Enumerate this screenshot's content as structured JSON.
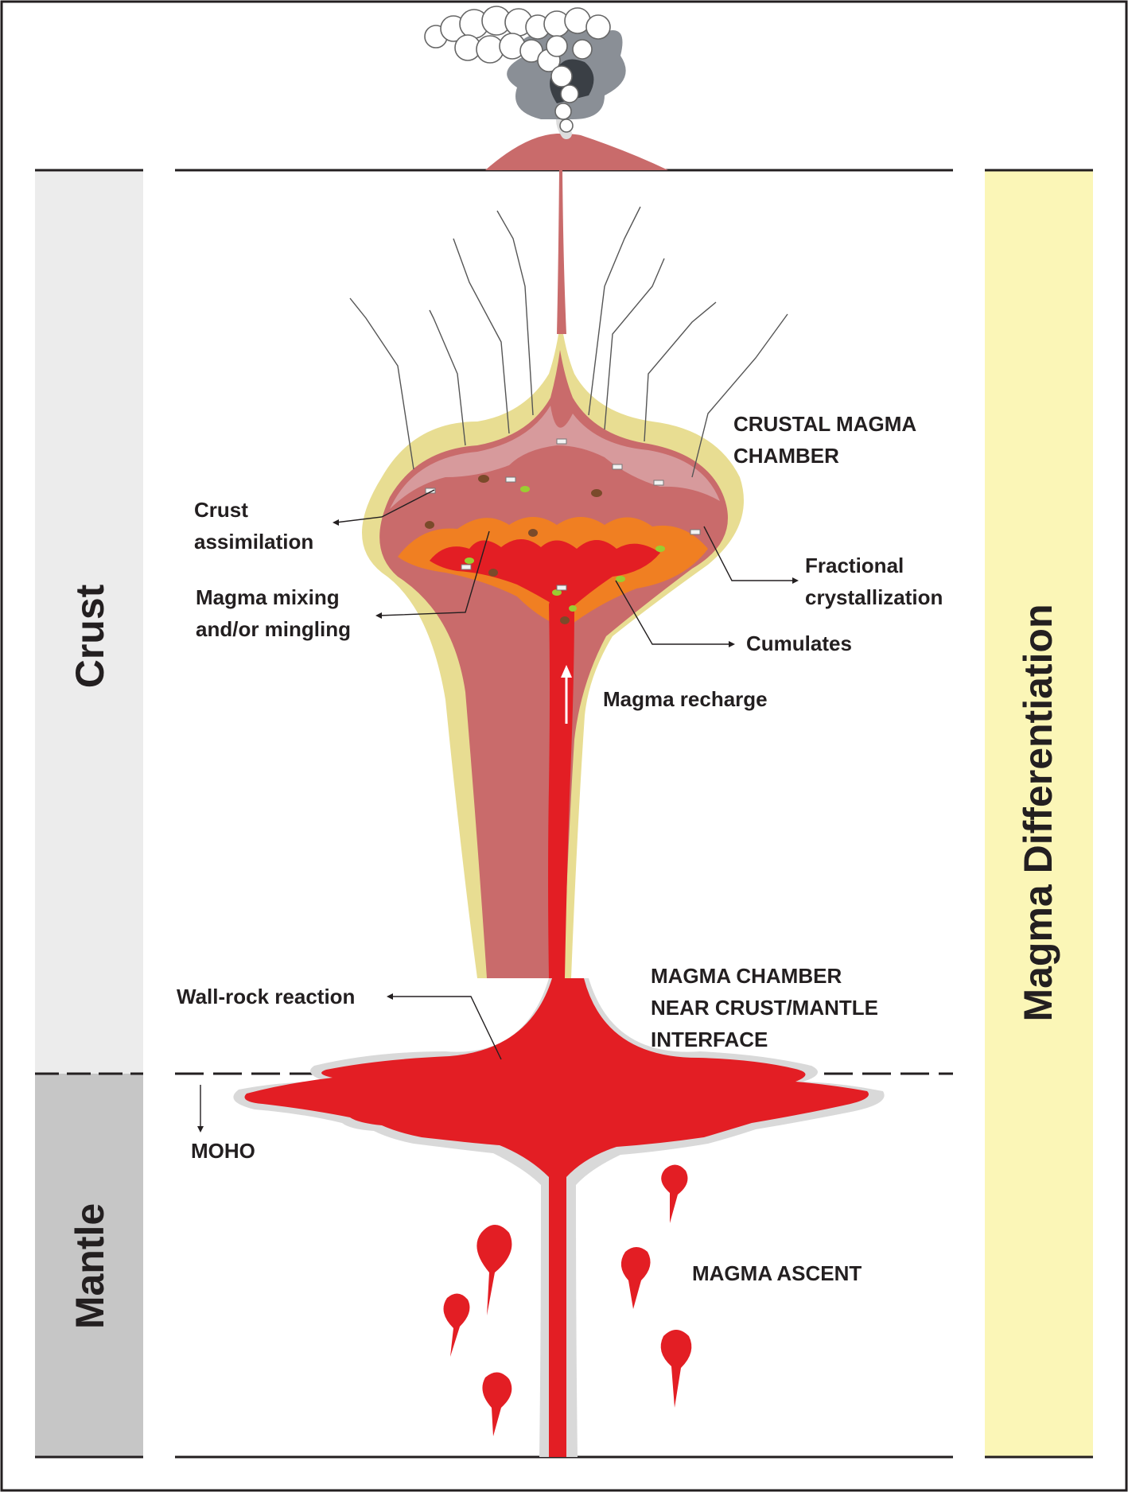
{
  "side_labels": {
    "crust": "Crust",
    "mantle": "Mantle",
    "differentiation": "Magma Differentiation"
  },
  "labels": {
    "crustal_chamber_1": "CRUSTAL MAGMA",
    "crustal_chamber_2": "CHAMBER",
    "crust_assim_1": "Crust",
    "crust_assim_2": "assimilation",
    "mixing_1": "Magma mixing",
    "mixing_2": "and/or mingling",
    "fractional_1": "Fractional",
    "fractional_2": "crystallization",
    "cumulates": "Cumulates",
    "recharge": "Magma recharge",
    "wall_rock": "Wall-rock reaction",
    "lower_chamber_1": "MAGMA CHAMBER",
    "lower_chamber_2": "NEAR CRUST/MANTLE",
    "lower_chamber_3": "INTERFACE",
    "moho": "MOHO",
    "ascent": "MAGMA ASCENT"
  },
  "colors": {
    "magma_red": "#e31e24",
    "chamber_pink": "#c96b6b",
    "chamber_light": "#d79a9c",
    "wall_yellow": "#e8dd92",
    "crust_band": "#ececec",
    "mantle_band": "#c6c6c6",
    "diff_band": "#fbf6b7",
    "halo_grey": "#d9d9d9"
  }
}
